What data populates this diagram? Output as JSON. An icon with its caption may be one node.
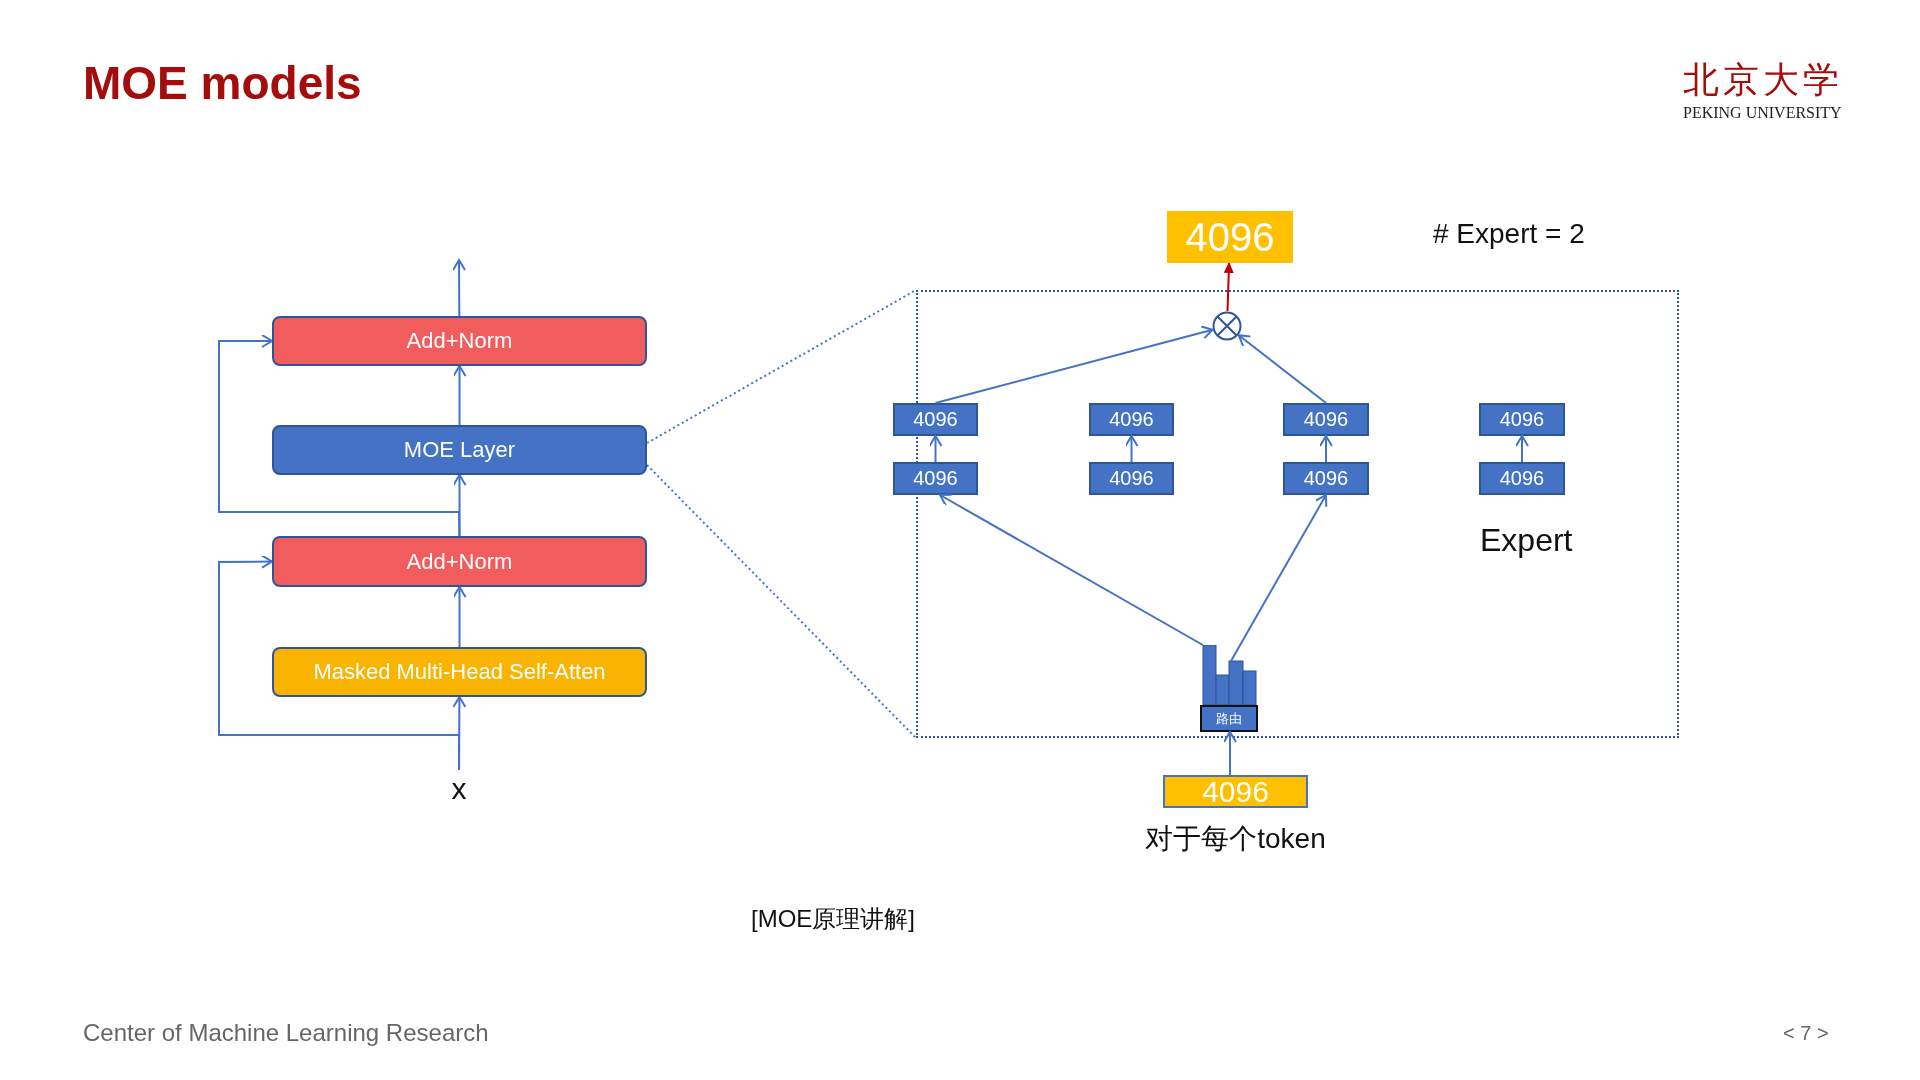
{
  "diagram": {
    "title": "MOE models",
    "nodes": [
      {
        "text": [
          "Add+Norm"
        ]
      },
      {
        "text": [
          "MOE Layer"
        ]
      },
      {
        "text": [
          "Add+Norm"
        ]
      },
      {
        "text": [
          "Masked Multi-Head Self-Atten"
        ]
      },
      {
        "text": [
          "x"
        ]
      },
      {
        "text": [
          "4096"
        ]
      },
      {
        "text": [],
        "shape": "box"
      },
      {
        "text": [],
        "shape": "circle",
        "in": 6
      },
      {
        "text": [
          "4096"
        ],
        "in": 6
      },
      {
        "text": [
          "4096"
        ],
        "in": 6
      },
      {
        "text": [
          "4096"
        ],
        "in": 6
      },
      {
        "text": [
          "4096"
        ],
        "in": 6
      },
      {
        "text": [
          "4096"
        ],
        "in": 6
      },
      {
        "text": [
          "4096"
        ],
        "in": 6
      },
      {
        "text": [
          "4096"
        ],
        "in": 6
      },
      {
        "text": [
          "4096"
        ],
        "in": 6
      },
      {
        "text": [
          "路由"
        ],
        "in": 6
      },
      {
        "text": [
          "4096"
        ],
        "beside": [
          "对于每个token"
        ]
      }
    ],
    "edges": [
      {
        "from": 4,
        "to": 3,
        "arrow": "to"
      },
      {
        "from": 3,
        "to": 2,
        "arrow": "to"
      },
      {
        "from": 2,
        "to": 1,
        "arrow": "to"
      },
      {
        "from": 1,
        "to": 0,
        "arrow": "to"
      },
      {
        "from": 0,
        "to": null,
        "arrow": "to"
      },
      {
        "from": 4,
        "to": 2,
        "arrow": "to"
      },
      {
        "from": 2,
        "to": 0,
        "arrow": "to"
      },
      {
        "from": 1,
        "to": 6,
        "arrow": "none",
        "style": "dashed"
      },
      {
        "from": 1,
        "to": 6,
        "arrow": "none",
        "style": "dashed"
      },
      {
        "from": 17,
        "to": 16,
        "arrow": "to"
      },
      {
        "from": 16,
        "to": 12,
        "arrow": "to"
      },
      {
        "from": 16,
        "to": 14,
        "arrow": "to"
      },
      {
        "from": 12,
        "to": 8,
        "arrow": "to"
      },
      {
        "from": 13,
        "to": 9,
        "arrow": "to"
      },
      {
        "from": 14,
        "to": 10,
        "arrow": "to"
      },
      {
        "from": 15,
        "to": 11,
        "arrow": "to"
      },
      {
        "from": 8,
        "to": 7,
        "arrow": "to"
      },
      {
        "from": 10,
        "to": 7,
        "arrow": "to"
      },
      {
        "from": 7,
        "to": 5,
        "arrow": "to",
        "color": "#c00000"
      }
    ],
    "labels": [
      "北京大学",
      "PEKING UNIVERSITY",
      "# Expert = 2",
      "Expert",
      "[MOE原理讲解]",
      "Center of Machine Learning Research",
      "< 7 >"
    ]
  }
}
